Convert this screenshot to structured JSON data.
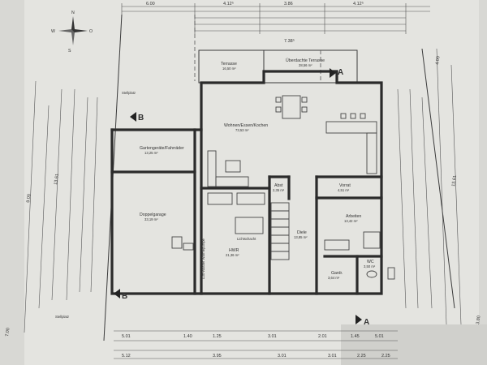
{
  "top_dimensions": {
    "overall_left": "6.00",
    "seg_a": "4.12⁵",
    "seg_b": "3.86",
    "seg_c": "4.12⁵",
    "terrace_width": "7.38⁵"
  },
  "bottom_dimensions": {
    "row1": [
      "5.01",
      "1.40",
      "1.25",
      "3.01",
      "2.01",
      "1.45",
      "5.01"
    ],
    "row2": [
      "5.12",
      "3.95",
      "3.01",
      "3.01",
      "2.25",
      "2.25"
    ]
  },
  "left_dimensions": {
    "overall": "13.61",
    "secondary": "9.00",
    "bottom_left": "7.00"
  },
  "right_dimensions": {
    "overall": "13.61",
    "bottom_right": "3.80",
    "upper": "4.00"
  },
  "rooms": [
    {
      "id": "terrasse",
      "name": "Terrasse",
      "area": "16,50 m²"
    },
    {
      "id": "ueberdachte-terrasse",
      "name": "Überdachte Terrasse",
      "area": "28,56 m²"
    },
    {
      "id": "wohnen",
      "name": "Wohnen/Essen/Kochen",
      "area": "73,53 m²"
    },
    {
      "id": "gartengeraete",
      "name": "Gartengeräte/Fahrräder",
      "area": "13,25 m²"
    },
    {
      "id": "doppelgarage",
      "name": "Doppelgarage",
      "area": "33,19 m²"
    },
    {
      "id": "abst",
      "name": "Abst",
      "area": "2,35 m²"
    },
    {
      "id": "vorrat",
      "name": "Vorrat",
      "area": "4,51 m²"
    },
    {
      "id": "arbeiten",
      "name": "Arbeiten",
      "area": "13,42 m²"
    },
    {
      "id": "diele",
      "name": "Diele",
      "area": "13,85 m²"
    },
    {
      "id": "hwr",
      "name": "HWR",
      "area": "21,36 m²"
    },
    {
      "id": "wc",
      "name": "WC",
      "area": "3,50 m²"
    },
    {
      "id": "gardr",
      "name": "Gardr.",
      "area": "3,64 m²"
    }
  ],
  "section_markers": {
    "a": "A",
    "b": "B"
  },
  "compass": {
    "north": "N",
    "south": "S",
    "east": "O",
    "west": "W"
  },
  "notes": {
    "stellplatz_top": "Stellplatz",
    "stellplatz_bottom": "Stellplatz",
    "lichtschacht": "Lichtschacht",
    "zaehler": "Luft-Wasser Wärmepumpe",
    "ohne": "Stellplatz o. Maße"
  }
}
